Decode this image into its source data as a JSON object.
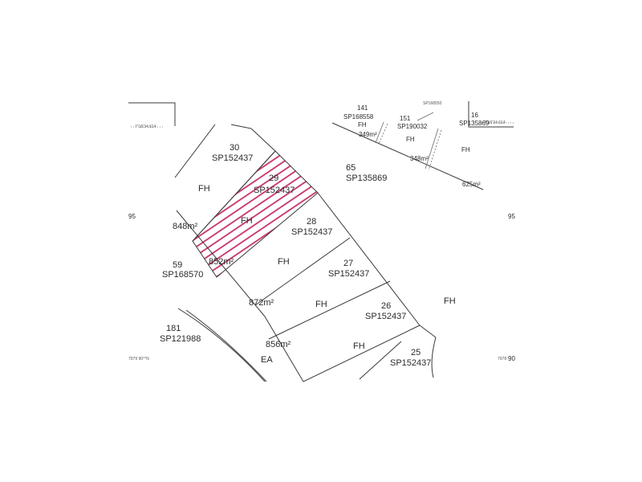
{
  "map": {
    "highlight_color": "#c8306a",
    "lots": [
      {
        "number": "30",
        "plan": "SP152437"
      },
      {
        "number": "29",
        "plan": "SP152437"
      },
      {
        "number": "28",
        "plan": "SP152437"
      },
      {
        "number": "27",
        "plan": "SP152437"
      },
      {
        "number": "26",
        "plan": "SP152437"
      },
      {
        "number": "25",
        "plan": "SP152437"
      },
      {
        "number": "65",
        "plan": "SP135869"
      },
      {
        "number": "181",
        "plan": "SP121988"
      },
      {
        "number": "141",
        "plan": "SP168558"
      },
      {
        "number": "151",
        "plan": "SP190032"
      },
      {
        "number": "16",
        "plan": "SP135869"
      },
      {
        "number": "59",
        "plan": "SP168570"
      }
    ],
    "areas": [
      "848m²",
      "852m²",
      "872m²",
      "856m²",
      "349m²",
      "348m²",
      "625m²"
    ],
    "tenure": "FH",
    "tenure_ea": "EA",
    "margin_labels": {
      "left": "95",
      "right": "95",
      "bottom_right": "90"
    },
    "coordinate_labels": {
      "top_left": "7°16'34.614",
      "top_right": "7°16'34.614",
      "bottom_left": "7979 90°°N",
      "bottom_right_small": "7978",
      "tiny_top": "SP168550"
    }
  }
}
